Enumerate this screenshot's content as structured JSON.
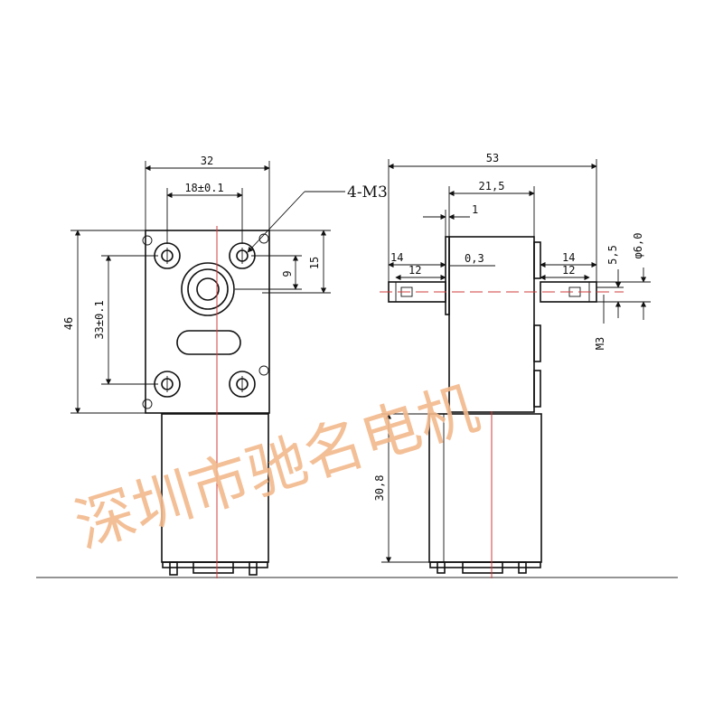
{
  "front_view": {
    "width": "32",
    "hole_spacing_x": "18±0.1",
    "hole_spacing_y": "33±0.1",
    "height": "46",
    "offset_a": "9",
    "offset_b": "15"
  },
  "side_view": {
    "overall_length": "53",
    "body_length": "21,5",
    "flange": "1",
    "gap": "0,3",
    "shaft_left_outer": "14",
    "shaft_left_inner": "12",
    "shaft_right_outer": "14",
    "shaft_right_inner": "12",
    "flat": "5,5",
    "shaft_diameter": "φ6,0",
    "thread": "M3",
    "motor_length": "30,8"
  },
  "mount_callout": "4-M3",
  "watermark": "深圳市驰名电机",
  "colors": {
    "line": "#111111",
    "centerline": "#d23b3b",
    "watermark": "#f2b98c"
  }
}
